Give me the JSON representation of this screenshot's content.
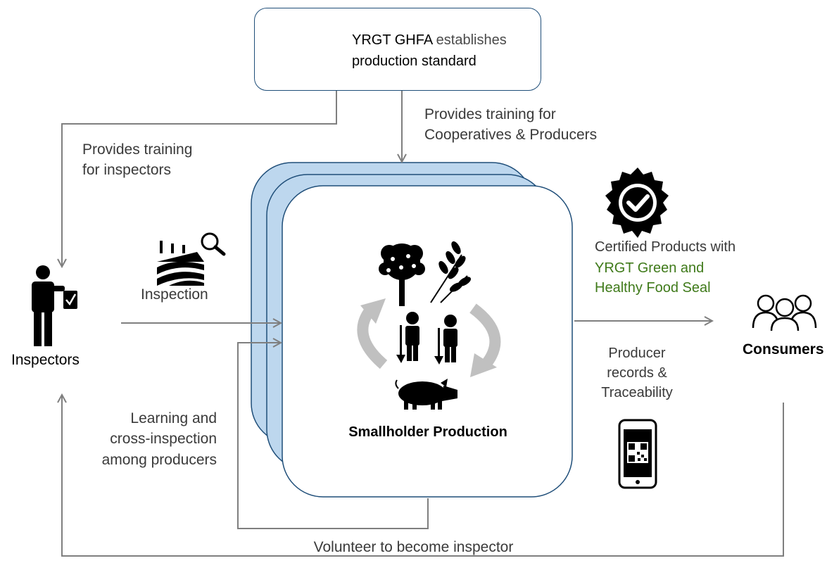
{
  "standard": {
    "org": "YRGT GHFA",
    "verb": "establishes",
    "object": "production standard",
    "icon": "clipboard-checklist-icon"
  },
  "flows": {
    "training_inspectors": "Provides training\nfor inspectors",
    "training_producers": "Provides training for\nCooperatives & Producers",
    "inspection": "Inspection",
    "learning": "Learning and\ncross-inspection\namong producers",
    "volunteer": "Volunteer to become inspector",
    "certified_prefix": "Certified Products with",
    "seal_name": "YRGT Green and\nHealthy Food Seal",
    "traceability": "Producer\nrecords &\nTraceability"
  },
  "actors": {
    "inspectors": "Inspectors",
    "consumers": "Consumers",
    "production": "Smallholder Production"
  },
  "colors": {
    "arrow": "#7f7f7f",
    "box_border": "#1f4e79",
    "stack_fill": "#bdd7ee",
    "seal_green": "#3f7a1a"
  }
}
